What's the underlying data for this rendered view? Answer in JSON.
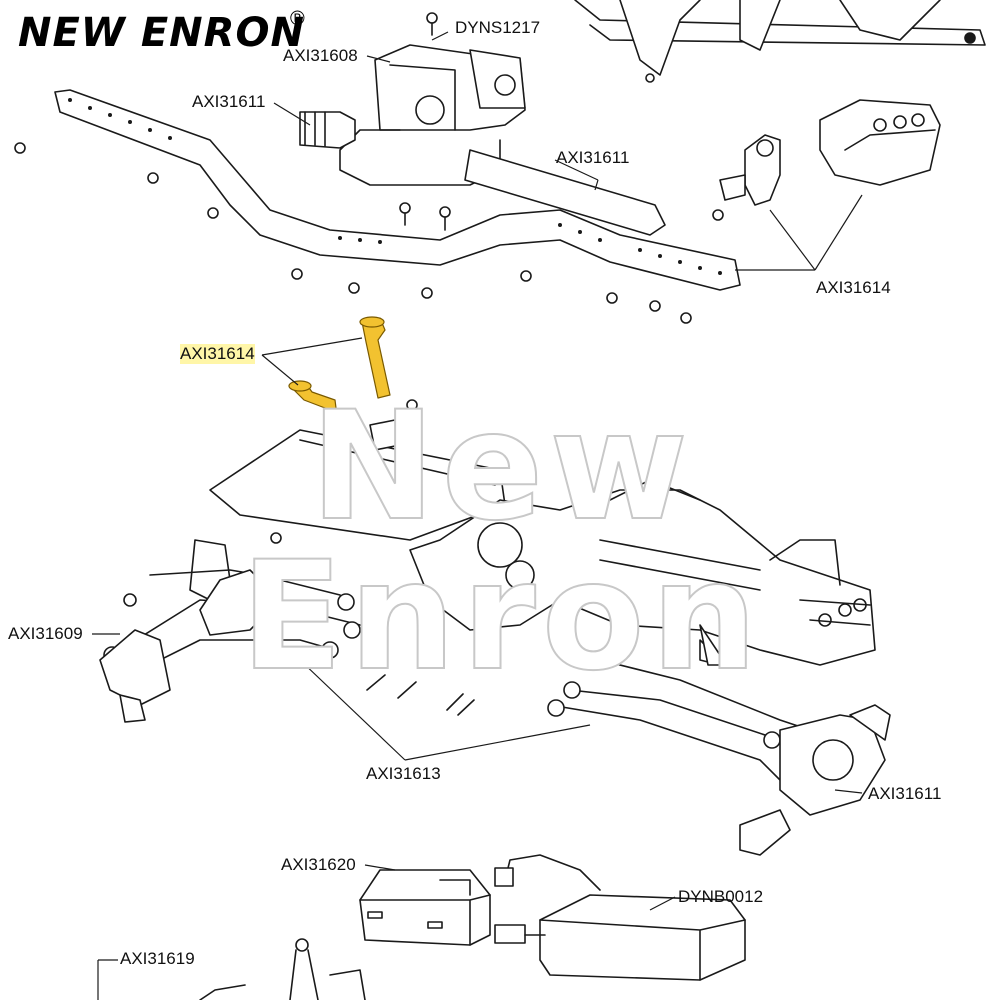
{
  "brand": {
    "name": "NEW ENRON",
    "trademark": "®"
  },
  "watermark": {
    "text": "New Enron"
  },
  "callouts": {
    "dyns1217": "DYNS1217",
    "axi31608": "AXI31608",
    "axi31611_shaft": "AXI31611",
    "axi31611_driveshaft": "AXI31611",
    "axi31614_right": "AXI31614",
    "axi31614_highlight": "AXI31614",
    "axi31609": "AXI31609",
    "axi31613": "AXI31613",
    "axi31611_rear": "AXI31611",
    "axi31620": "AXI31620",
    "dynb0012": "DYNB0012",
    "axi31619": "AXI31619"
  },
  "colors": {
    "line": "#1a1a1a",
    "highlight_part": "#f2c230",
    "highlight_label": "#fff6a8",
    "watermark_stroke": "#c8c8c8"
  }
}
